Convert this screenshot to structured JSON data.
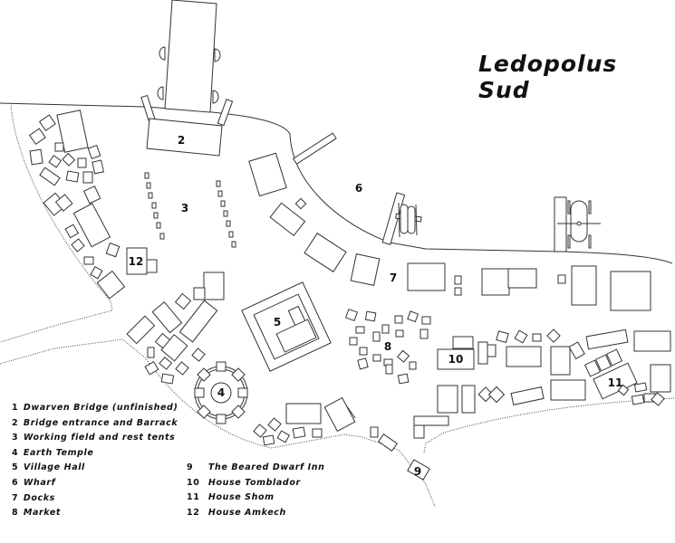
{
  "title": "Ledopolus Sud",
  "map_labels": {
    "n2": "2",
    "n3": "3",
    "n4": "4",
    "n5": "5",
    "n6": "6",
    "n7": "7",
    "n8": "8",
    "n9": "9",
    "n10": "10",
    "n11": "11",
    "n12": "12"
  },
  "legend": [
    {
      "num": "1",
      "label": "Dwarven Bridge (unfinished)"
    },
    {
      "num": "2",
      "label": "Bridge entrance and Barrack"
    },
    {
      "num": "3",
      "label": "Working field and rest tents"
    },
    {
      "num": "4",
      "label": "Earth Temple"
    },
    {
      "num": "5",
      "label": "Village Hall"
    },
    {
      "num": "6",
      "label": "Wharf"
    },
    {
      "num": "7",
      "label": "Docks"
    },
    {
      "num": "8",
      "label": "Market"
    },
    {
      "num": "9",
      "label": "The Beared Dwarf Inn"
    },
    {
      "num": "10",
      "label": "House Tomblador"
    },
    {
      "num": "11",
      "label": "House Shom"
    },
    {
      "num": "12",
      "label": "House Amkech"
    }
  ]
}
